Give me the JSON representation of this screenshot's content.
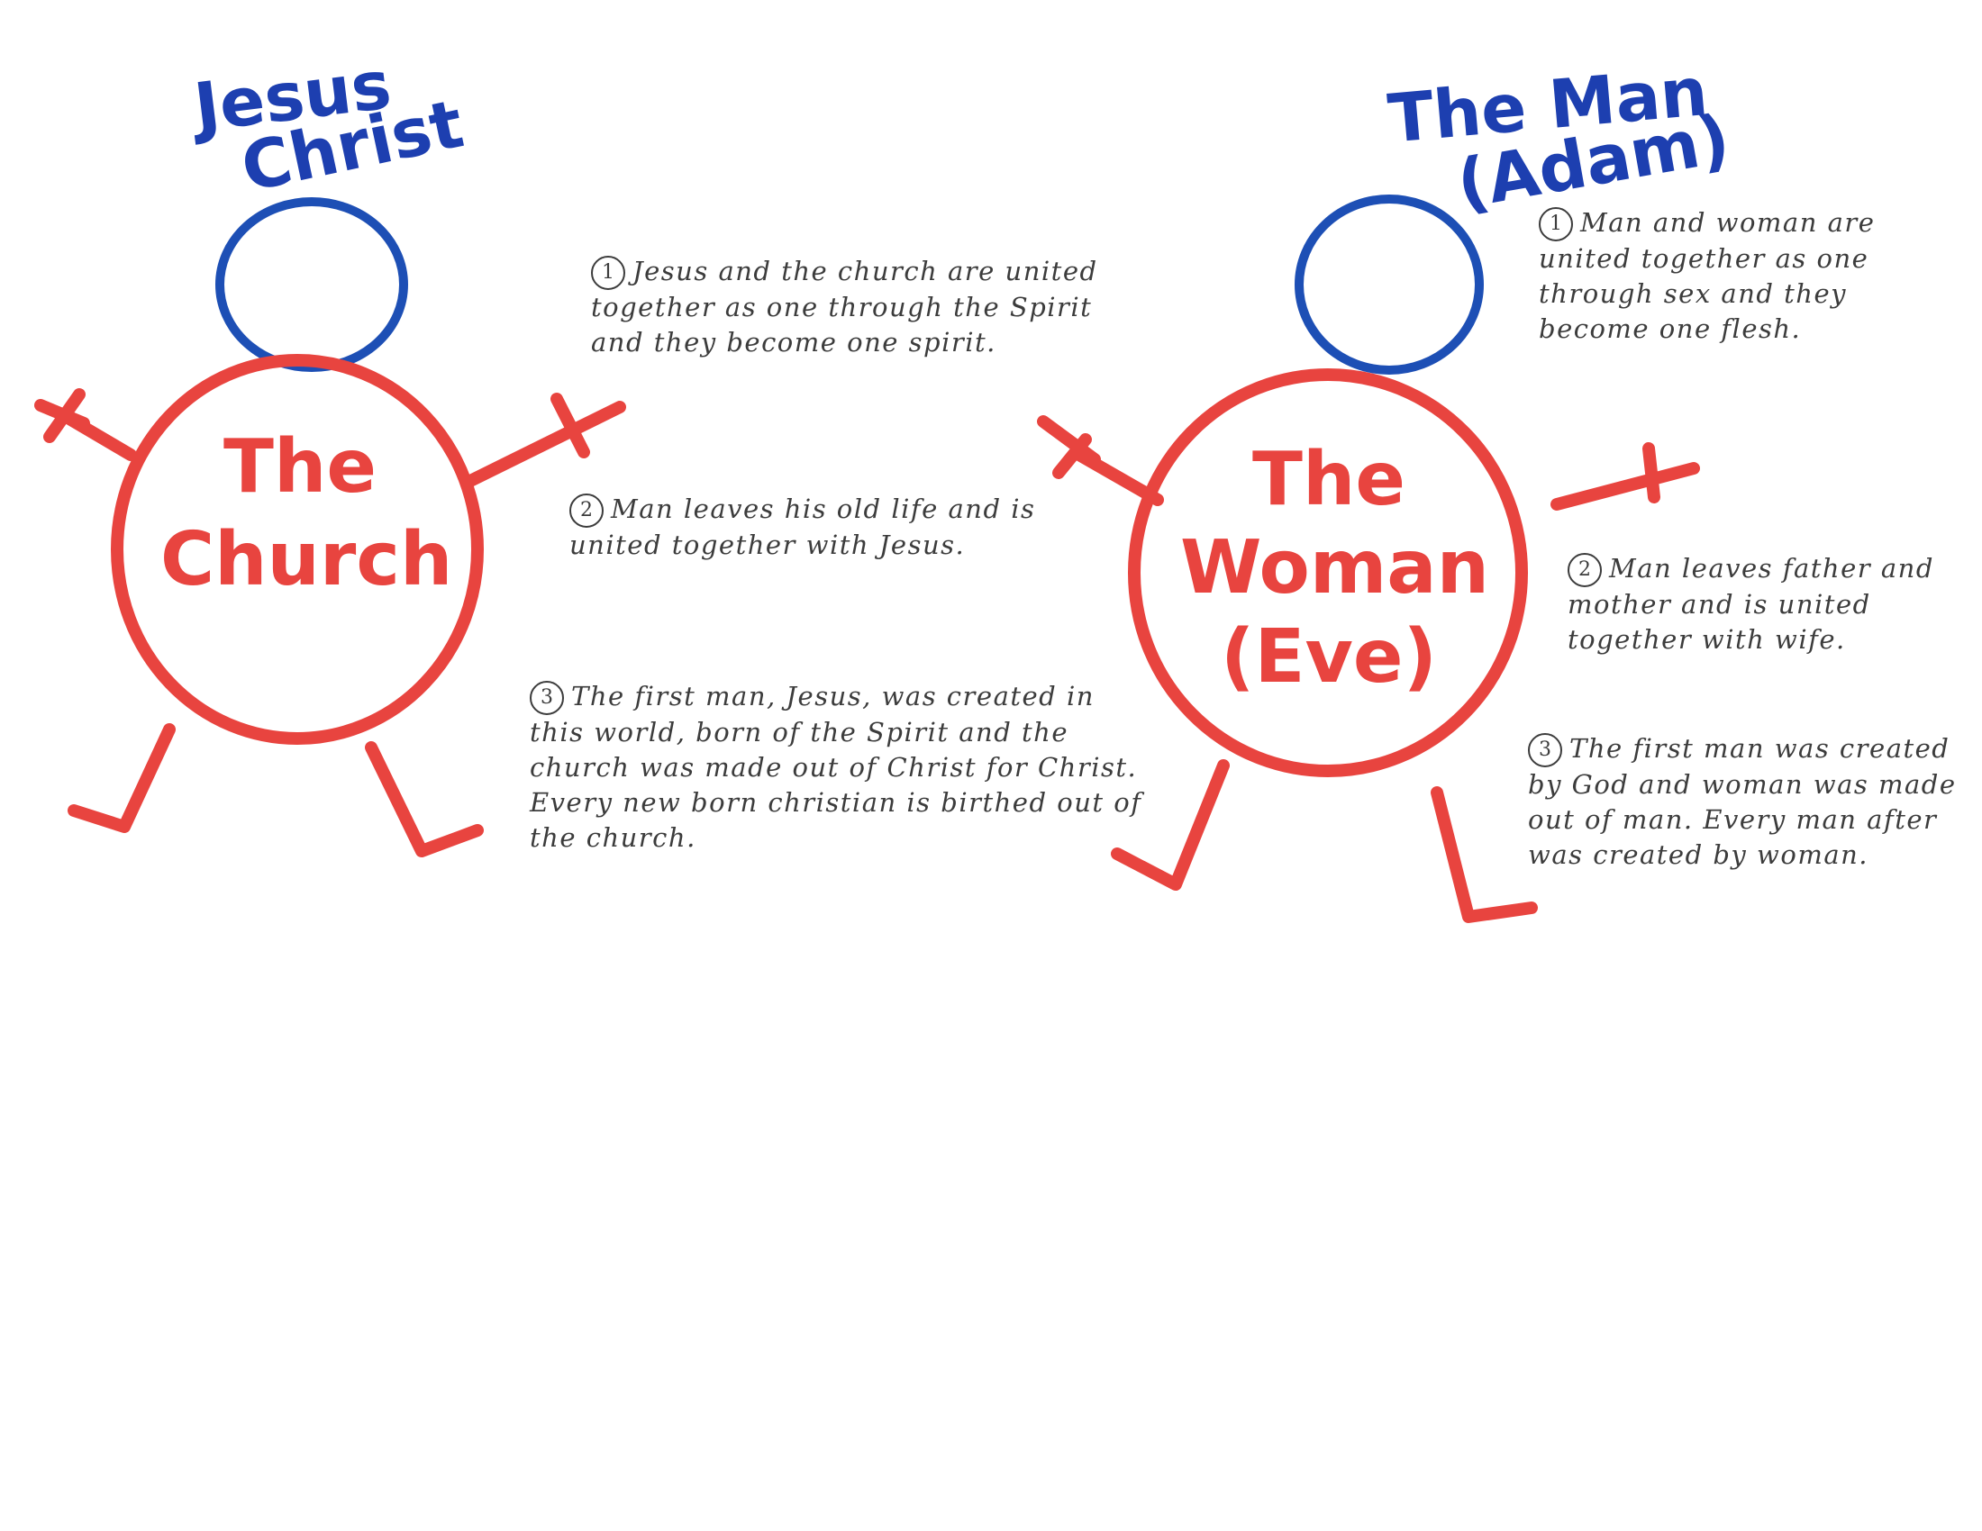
{
  "colors": {
    "head_stroke": "#1d4fb5",
    "body_stroke": "#e8443f",
    "head_label": "#1d3fb0",
    "body_label": "#e8443f",
    "note_ink": "#3c3c3c",
    "paper": "#ffffff"
  },
  "left_figure": {
    "head_label": [
      "Jesus",
      "Christ"
    ],
    "body_label": "The\nChurch",
    "notes": [
      {
        "number": "1",
        "text": "Jesus and the church are united together as one through the Spirit and they become one spirit."
      },
      {
        "number": "2",
        "text": "Man leaves his old life and is united together with Jesus."
      },
      {
        "number": "3",
        "text": "The first man, Jesus, was created in this world, born of the Spirit and the church was made out of Christ for Christ. Every new born christian is birthed out of the church."
      }
    ]
  },
  "right_figure": {
    "head_label": [
      "The Man",
      "(Adam)"
    ],
    "body_label": "The\nWoman\n(Eve)",
    "notes": [
      {
        "number": "1",
        "text": "Man and woman are united together as one through sex and they become one flesh."
      },
      {
        "number": "2",
        "text": "Man leaves father and mother and is united together with wife."
      },
      {
        "number": "3",
        "text": "The first man was created by God and woman was made out of man. Every man after was created by woman."
      }
    ]
  }
}
